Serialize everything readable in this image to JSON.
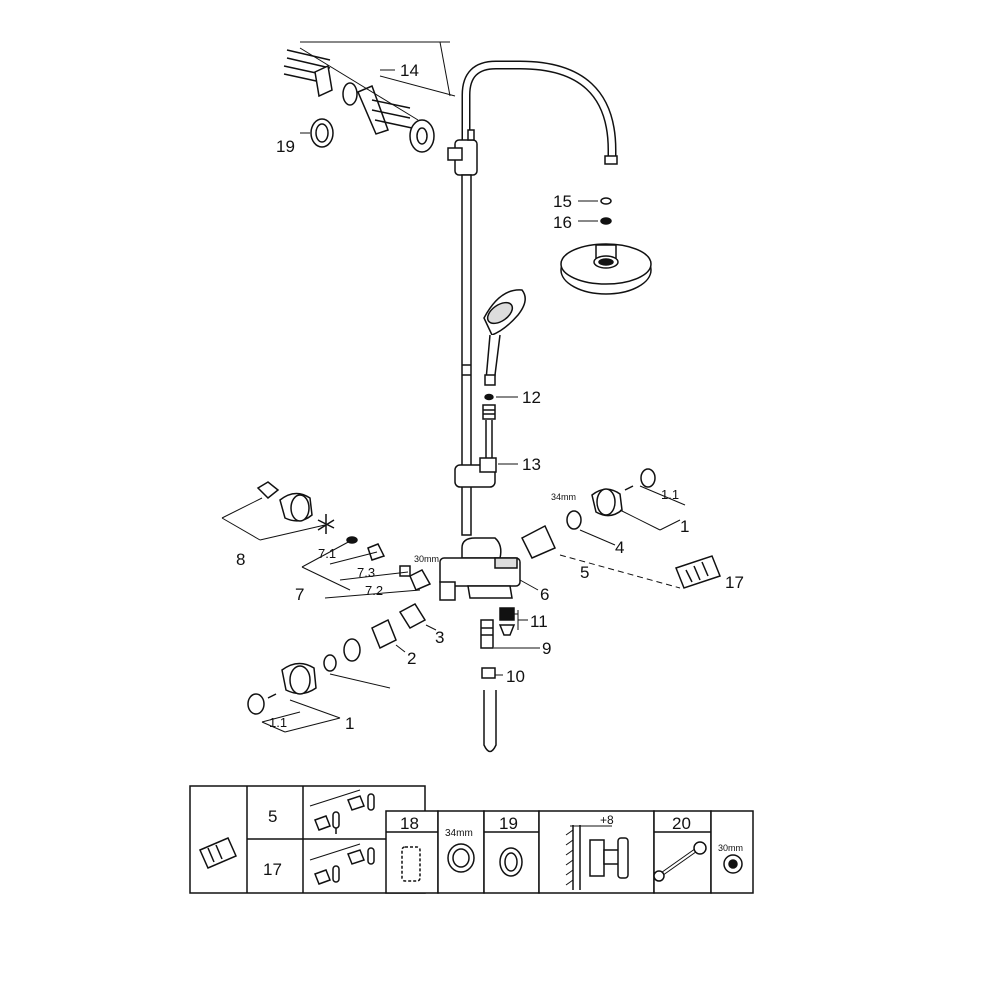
{
  "callouts": {
    "c14": "14",
    "c19": "19",
    "c15": "15",
    "c16": "16",
    "c12": "12",
    "c13": "13",
    "c8": "8",
    "c7_1": "7.1",
    "c7_3": "7.3",
    "c7_2": "7.2",
    "c7": "7",
    "c30mm": "30mm",
    "c3": "3",
    "c2": "2",
    "c1_left": "1",
    "c1_1_left": "1.1",
    "c34mm": "34mm",
    "c1_1_right": "1.1",
    "c1_right": "1",
    "c4": "4",
    "c5": "5",
    "c6": "6",
    "c17": "17",
    "c11": "11",
    "c9": "9",
    "c10": "10"
  },
  "table": {
    "c5": "5",
    "c17": "17",
    "c18": "18",
    "c34mm": "34mm",
    "c19": "19",
    "c_plus8": "+8",
    "c20": "20",
    "c30mm": "30mm"
  },
  "colors": {
    "stroke": "#111111",
    "fill": "#ffffff",
    "shade": "#d9d9d9"
  }
}
